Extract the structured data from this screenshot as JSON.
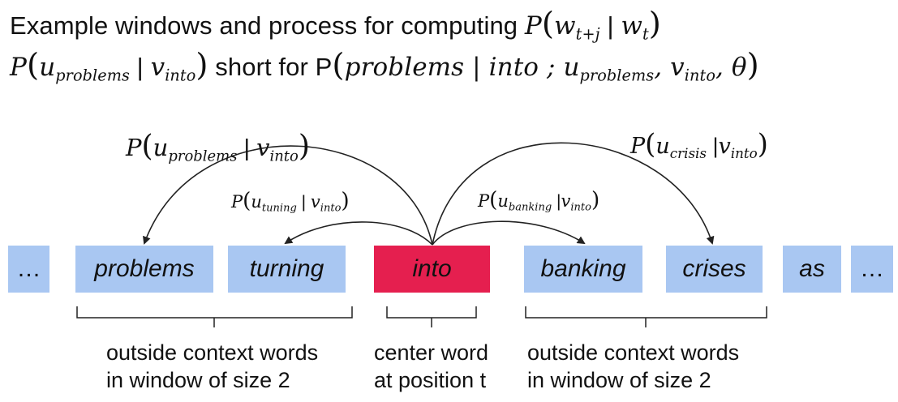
{
  "title_line1": {
    "prefix": "Example windows and process for computing ",
    "P": "P",
    "w1": "w",
    "w1_sub": "t+j",
    "bar": " | ",
    "w2": "w",
    "w2_sub": "t"
  },
  "title_line2": {
    "P": "P",
    "u": "u",
    "u_sub": "problems",
    "bar": " | ",
    "v": "v",
    "v_sub": "into",
    "middle": " short for P",
    "args": "problems | into ; ",
    "u2": "u",
    "u2_sub": "problems",
    "comma1": ", ",
    "v2": "v",
    "v2_sub": "into",
    "comma2": ", ",
    "theta": "θ"
  },
  "arc_labels": [
    {
      "P": "P",
      "u": "u",
      "u_sub": "problems",
      "bar": " | ",
      "v": "v",
      "v_sub": "into"
    },
    {
      "P": "P",
      "u": "u",
      "u_sub": "tuning",
      "bar": " | ",
      "v": "v",
      "v_sub": "into"
    },
    {
      "P": "P",
      "u": "u",
      "u_sub": "banking",
      "bar": " |",
      "v": "v",
      "v_sub": "into"
    },
    {
      "P": "P",
      "u": "u",
      "u_sub": "crisis",
      "bar": " |",
      "v": "v",
      "v_sub": "into"
    }
  ],
  "words": [
    "…",
    "problems",
    "turning",
    "into",
    "banking",
    "crises",
    "as",
    "…"
  ],
  "captions": {
    "left_line1": "outside context words",
    "left_line2": "in window of size 2",
    "center_line1": "center word",
    "center_line2": "at position t",
    "right_line1": "outside context words",
    "right_line2": "in window of size 2"
  },
  "colors": {
    "context_box": "#a9c7f2",
    "center_box": "#e51f4f",
    "line": "#222222"
  }
}
